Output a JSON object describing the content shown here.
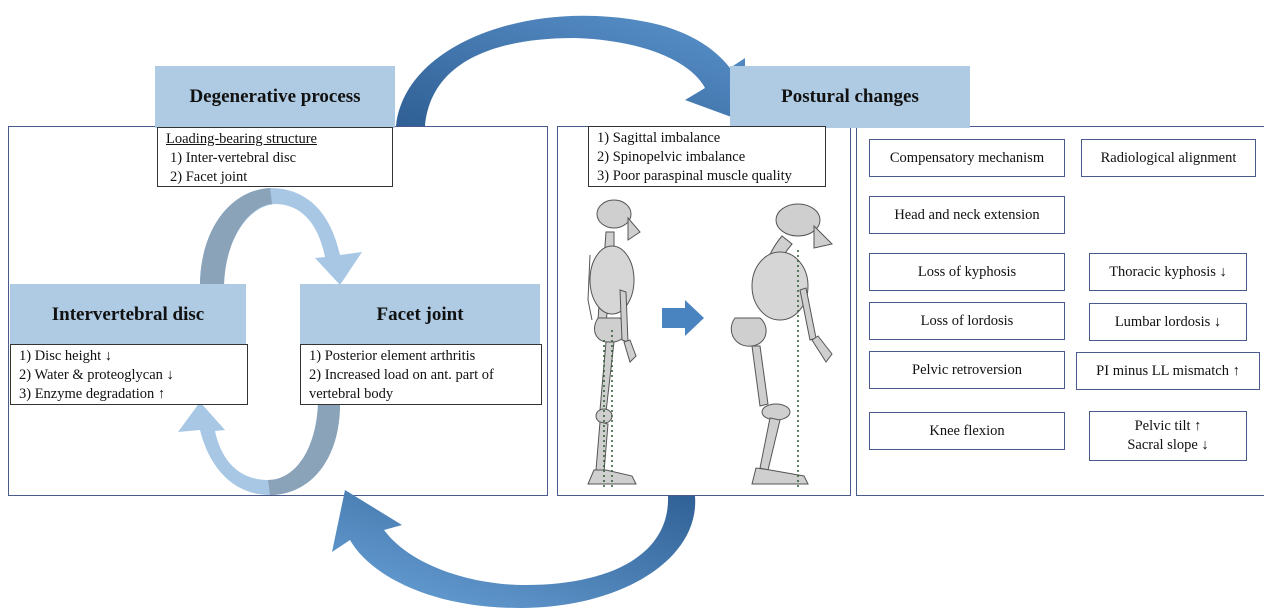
{
  "degenerative": {
    "title": "Degenerative process",
    "load_heading": "Loading-bearing structure",
    "load_items": [
      "1) Inter-vertebral disc",
      "2) Facet joint"
    ]
  },
  "disc": {
    "title": "Intervertebral disc",
    "items": [
      "1) Disc height ↓",
      "2) Water & proteoglycan ↓",
      "3) Enzyme degradation ↑"
    ]
  },
  "facet": {
    "title": "Facet joint",
    "items": [
      "1) Posterior element arthritis",
      "2) Increased load on ant. part of",
      "vertebral body"
    ]
  },
  "postural": {
    "title": "Postural changes",
    "items": [
      "1) Sagittal imbalance",
      "2) Spinopelvic imbalance",
      "3) Poor paraspinal muscle quality"
    ]
  },
  "right_panel": {
    "col1_header": "Compensatory mechanism",
    "col2_header": "Radiological alignment",
    "head_neck": "Head and neck extension",
    "kyphosis_loss": "Loss of kyphosis",
    "thoracic_kyphosis": "Thoracic kyphosis ↓",
    "lordosis_loss": "Loss of lordosis",
    "lumbar_lordosis": "Lumbar lordosis ↓",
    "pelvic_retroversion": "Pelvic retroversion",
    "pi_ll": "PI minus LL mismatch ↑",
    "knee_flexion": "Knee flexion",
    "pelvic_tilt": "Pelvic tilt ↑",
    "sacral_slope": "Sacral slope ↓"
  },
  "colors": {
    "header_fill": "#afcbe3",
    "arrow_dark": "#3f72a8",
    "arrow_light": "#a8c7e4",
    "frame": "#4a5a8a"
  }
}
